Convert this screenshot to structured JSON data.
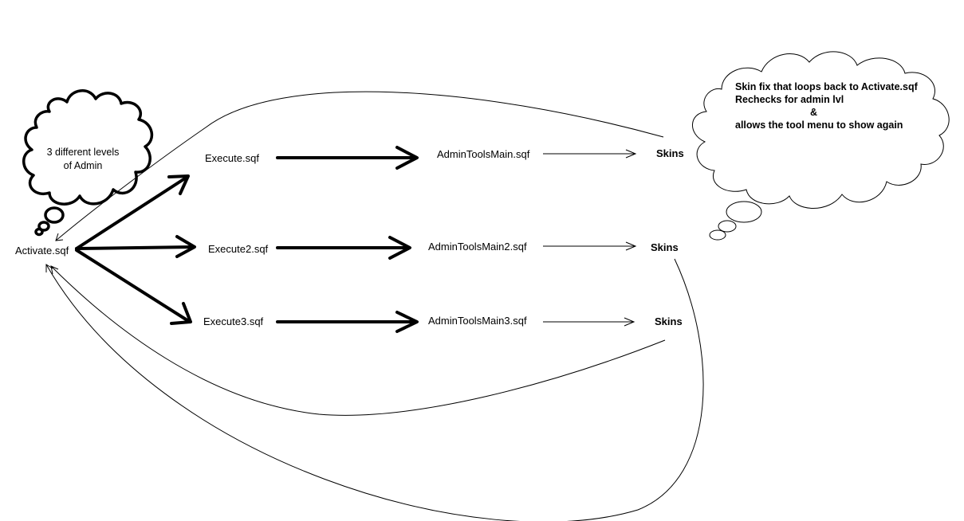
{
  "nodes": {
    "activate": "Activate.sqf",
    "execute1": "Execute.sqf",
    "execute2": "Execute2.sqf",
    "execute3": "Execute3.sqf",
    "admin1": "AdminToolsMain.sqf",
    "admin2": "AdminToolsMain2.sqf",
    "admin3": "AdminToolsMain3.sqf",
    "skins1": "Skins",
    "skins2": "Skins",
    "skins3": "Skins"
  },
  "thought_bubble": {
    "line1": "3 different levels",
    "line2": "of Admin"
  },
  "note_cloud": {
    "line1": "Skin fix that loops back to Activate.sqf",
    "line2": "Rechecks for admin lvl",
    "line3": "&",
    "line4": "allows the tool menu to show again"
  },
  "colors": {
    "stroke": "#000000",
    "background": "#ffffff"
  }
}
